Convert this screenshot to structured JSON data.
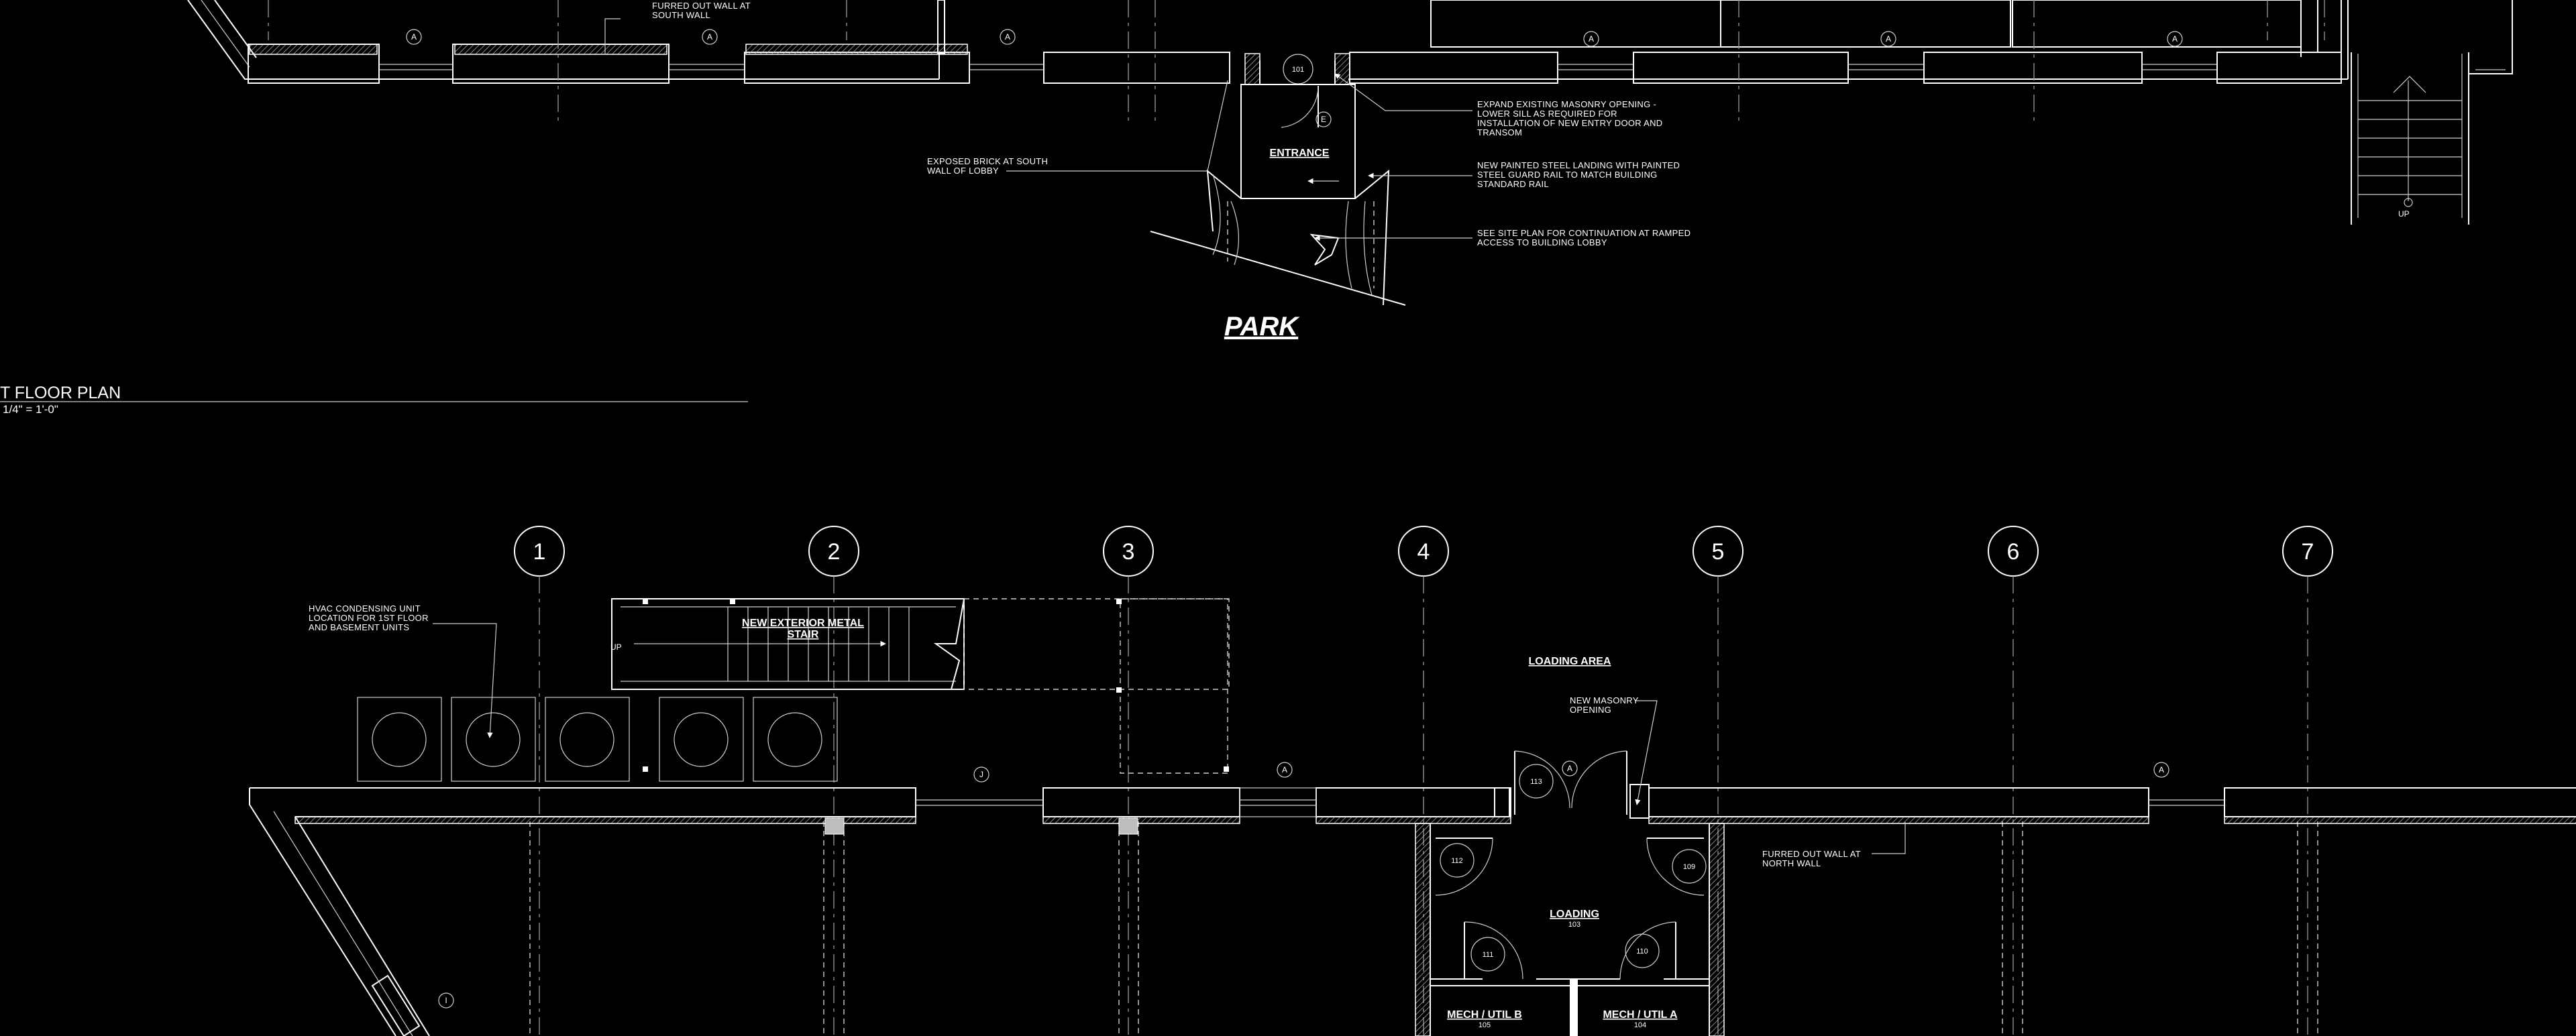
{
  "plan": {
    "title": "T FLOOR PLAN",
    "scale": "1/4\" = 1'-0\""
  },
  "gridlines": [
    "1",
    "2",
    "3",
    "4",
    "5",
    "6",
    "7"
  ],
  "upper": {
    "park_label": "PARK",
    "entrance_label": "ENTRANCE",
    "door_tag": "101",
    "hardware_tag": "E",
    "window_tag": "A",
    "stair_up": "UP",
    "notes": {
      "furred_south": [
        "FURRED OUT WALL AT",
        "SOUTH WALL"
      ],
      "exposed_brick": [
        "EXPOSED BRICK AT SOUTH",
        "WALL OF LOBBY"
      ],
      "expand_opening": [
        "EXPAND EXISTING MASONRY OPENING -",
        "LOWER SILL AS REQUIRED FOR",
        "INSTALLATION OF NEW ENTRY DOOR AND",
        "TRANSOM"
      ],
      "steel_landing": [
        "NEW PAINTED STEEL LANDING WITH PAINTED",
        "STEEL GUARD RAIL TO MATCH BUILDING",
        "STANDARD RAIL"
      ],
      "site_plan": [
        "SEE SITE PLAN FOR CONTINUATION AT RAMPED",
        "ACCESS TO  BUILDING LOBBY"
      ]
    }
  },
  "lower": {
    "loading_area": "LOADING AREA",
    "stair_label": [
      "NEW EXTERIOR METAL",
      "STAIR"
    ],
    "stair_up": "UP",
    "loading_room": {
      "name": "LOADING",
      "number": "103"
    },
    "mech_b": {
      "name": "MECH / UTIL B",
      "number": "105"
    },
    "mech_a": {
      "name": "MECH / UTIL A",
      "number": "104"
    },
    "doors": [
      "113",
      "112",
      "111",
      "110",
      "109"
    ],
    "tags": {
      "window": "A",
      "j": "J",
      "i": "I"
    },
    "notes": {
      "hvac": [
        "HVAC CONDENSING UNIT",
        "LOCATION FOR 1ST FLOOR",
        "AND BASEMENT UNITS"
      ],
      "masonry_opening": [
        "NEW MASONRY",
        "OPENING"
      ],
      "furred_north": [
        "FURRED OUT WALL AT",
        "NORTH WALL"
      ]
    }
  }
}
